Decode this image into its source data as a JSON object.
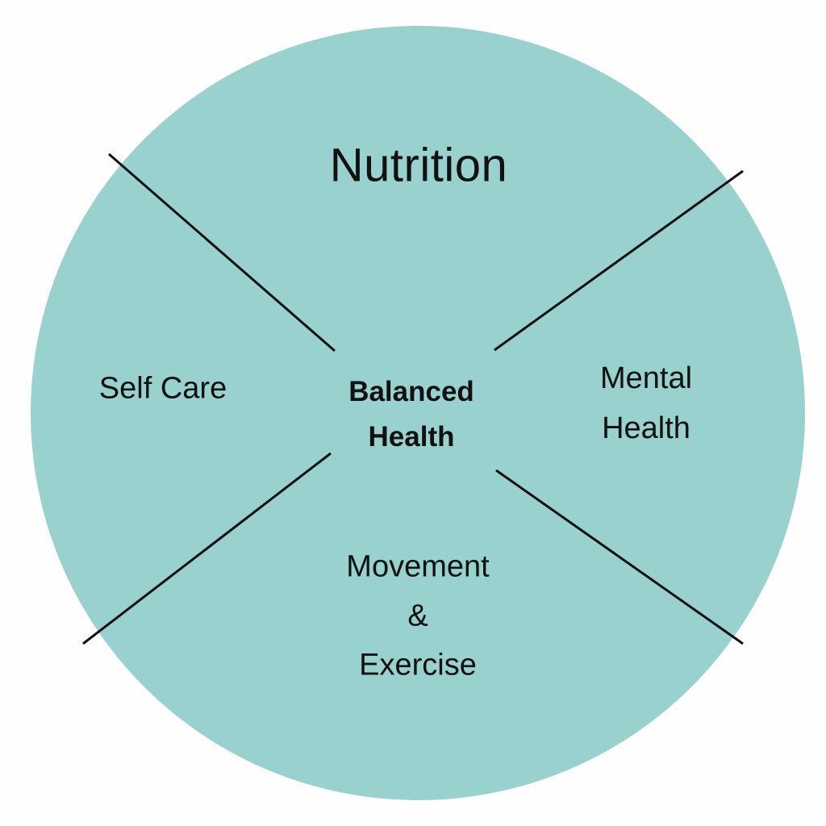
{
  "colors": {
    "background": "#fefefe",
    "circle_fill": "#99d1ce",
    "divider_stroke": "#111111",
    "text": "#111111"
  },
  "diagram": {
    "center": {
      "line1": "Balanced",
      "line2": "Health"
    },
    "segments": {
      "top": {
        "label": "Nutrition"
      },
      "left": {
        "label": "Self Care"
      },
      "right": {
        "line1": "Mental",
        "line2": "Health"
      },
      "bottom": {
        "line1": "Movement",
        "line2": "&",
        "line3": "Exercise"
      }
    }
  }
}
